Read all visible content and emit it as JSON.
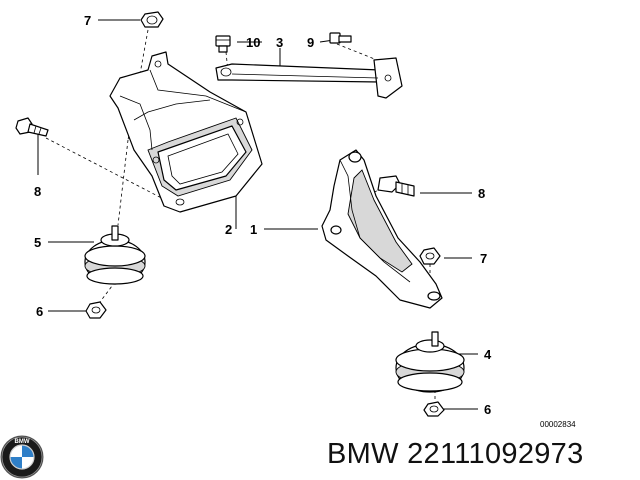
{
  "diagram": {
    "callouts": {
      "c1": "1",
      "c2": "2",
      "c3": "3",
      "c4": "4",
      "c5": "5",
      "c6_left": "6",
      "c6_right": "6",
      "c7_top": "7",
      "c7_right": "7",
      "c8_left": "8",
      "c8_right": "8",
      "c9": "9",
      "c10": "10"
    },
    "reference_number": "00002834"
  },
  "brand": {
    "name": "BMW"
  },
  "part": {
    "title": "BMW 22111092973"
  }
}
